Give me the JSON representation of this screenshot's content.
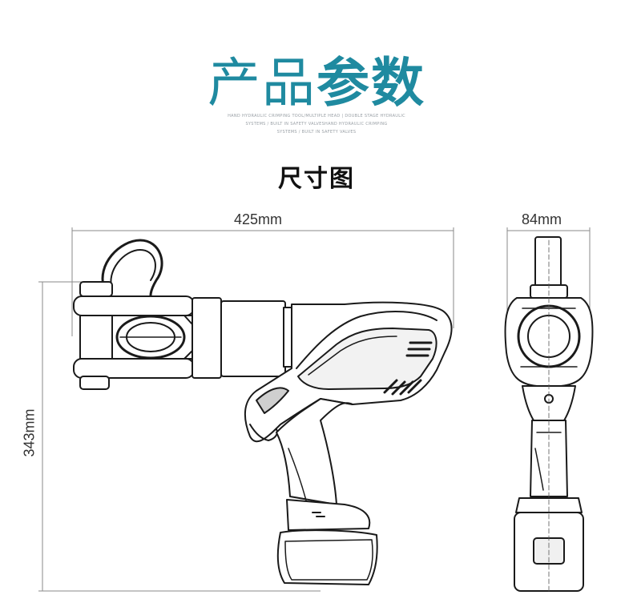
{
  "header": {
    "title_light": "产品",
    "title_bold": "参数",
    "subtitle_lines": [
      "HAND HYDRAULIC CRIMPING TOOL/MULTIPLE HEAD | DOUBLE STAGE HYDRAULIC",
      "SYSTEMS / BUILT IN SAFETY VALVESHAND HYDRAULIC CRIMPING",
      "SYSTEMS / BUILT IN SAFETY VALVES"
    ]
  },
  "section_title": "尺寸图",
  "dimensions": {
    "length": "425mm",
    "height": "343mm",
    "width": "84mm"
  },
  "colors": {
    "accent": "#1f8aa0",
    "outline": "#1a1a1a",
    "dim_line": "#888888"
  }
}
